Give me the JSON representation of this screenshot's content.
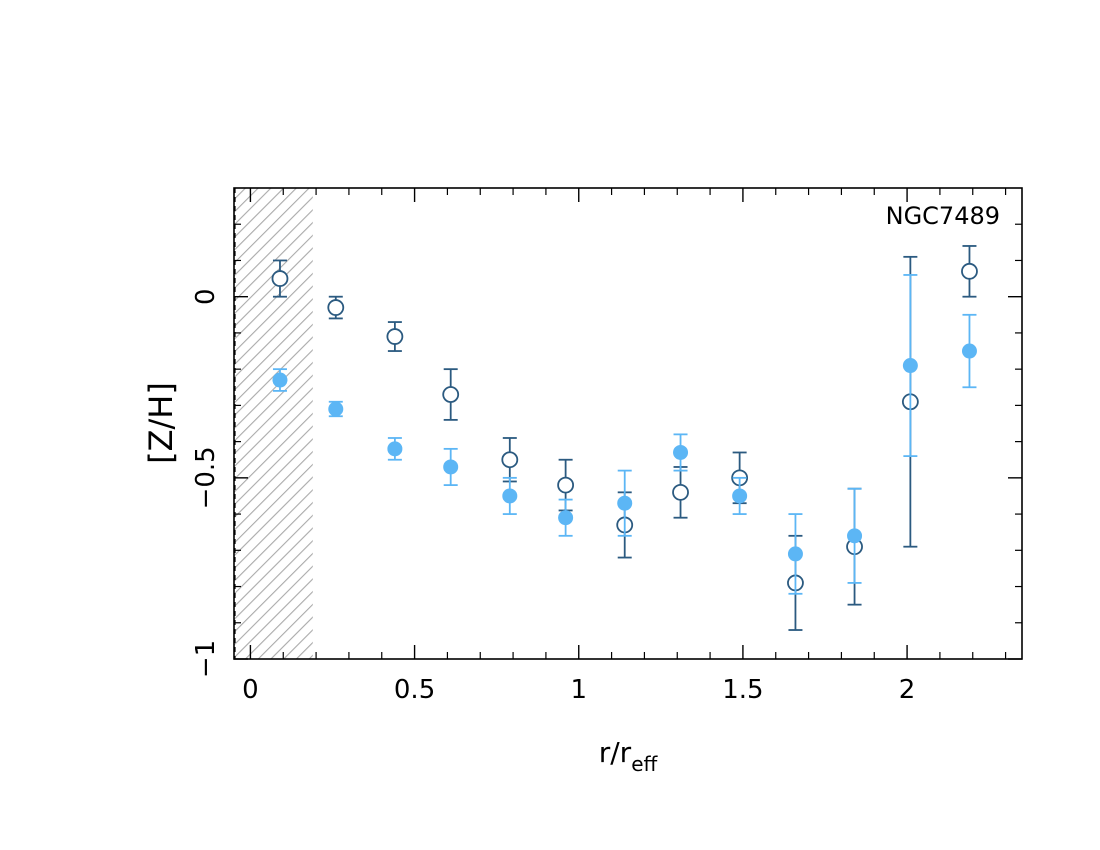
{
  "chart_data": {
    "type": "scatter",
    "annotation": "NGC7489",
    "xlabel": "r/r",
    "xlabel_sub": "eff",
    "ylabel": "[Z/H]",
    "xlim": [
      -0.05,
      2.35
    ],
    "ylim": [
      -1.0,
      0.3
    ],
    "x_ticks": [
      0,
      0.5,
      1,
      1.5,
      2
    ],
    "x_tick_labels": [
      "0",
      "0.5",
      "1",
      "1.5",
      "2"
    ],
    "y_ticks": [
      -1,
      -0.5,
      0
    ],
    "y_tick_labels": [
      "−1",
      "−0.5",
      "0"
    ],
    "grid": false,
    "hatched_region": {
      "x0": -0.05,
      "x1": 0.19
    },
    "colors": {
      "open": "#2b5a80",
      "filled": "#5cb6f5",
      "hatch": "#aaaaaa"
    },
    "series": [
      {
        "style": "open-circle",
        "x": [
          0.09,
          0.26,
          0.44,
          0.61,
          0.79,
          0.96,
          1.14,
          1.31,
          1.49,
          1.66,
          1.84,
          2.01,
          2.19
        ],
        "y": [
          0.05,
          -0.03,
          -0.11,
          -0.27,
          -0.45,
          -0.52,
          -0.63,
          -0.54,
          -0.5,
          -0.79,
          -0.69,
          -0.29,
          0.07
        ],
        "err": [
          0.05,
          0.03,
          0.04,
          0.07,
          0.06,
          0.07,
          0.09,
          0.07,
          0.07,
          0.13,
          0.16,
          0.4,
          0.07
        ]
      },
      {
        "style": "filled-circle",
        "x": [
          0.09,
          0.26,
          0.44,
          0.61,
          0.79,
          0.96,
          1.14,
          1.31,
          1.49,
          1.66,
          1.84,
          2.01,
          2.19
        ],
        "y": [
          -0.23,
          -0.31,
          -0.42,
          -0.47,
          -0.55,
          -0.61,
          -0.57,
          -0.43,
          -0.55,
          -0.71,
          -0.66,
          -0.19,
          -0.15
        ],
        "err": [
          0.03,
          0.02,
          0.03,
          0.05,
          0.05,
          0.05,
          0.09,
          0.05,
          0.05,
          0.11,
          0.13,
          0.25,
          0.1
        ]
      }
    ]
  }
}
